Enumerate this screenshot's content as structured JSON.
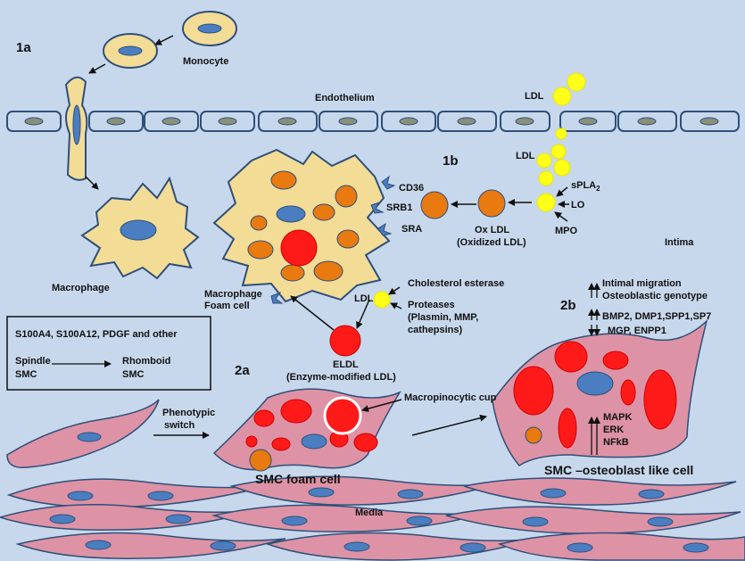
{
  "figure": {
    "panel_1a": "1a",
    "panel_1b": "1b",
    "panel_2a": "2a",
    "panel_2b": "2b",
    "monocyte": "Monocyte",
    "endothelium": "Endothelium",
    "ldl": "LDL",
    "spla2": "sPLA",
    "spla2_sub": "2",
    "lo": "LO",
    "mpo": "MPO",
    "cd36": "CD36",
    "srb1": "SRB1",
    "sra": "SRA",
    "ox_ldl": "Ox LDL",
    "ox_ldl_full": "(Oxidized LDL)",
    "intima": "Intima",
    "macrophage": "Macrophage",
    "macrophage_foam_1": "Macrophage",
    "macrophage_foam_2": "Foam cell",
    "cholesterol_esterase": "Cholesterol esterase",
    "proteases": "Proteases",
    "proteases_2": "(Plasmin, MMP,",
    "proteases_3": "cathepsins)",
    "eldl": "ELDL",
    "eldl_full": "(Enzyme-modified LDL)",
    "box_line1": "S100A4, S100A12, PDGF and other",
    "box_spindle": "Spindle",
    "box_smc1": "SMC",
    "box_rhomboid": "Rhomboid",
    "box_smc2": "SMC",
    "phenotypic_1": "Phenotypic",
    "phenotypic_2": "switch",
    "macropinocytic": "Macropinocytic cup",
    "smc_foam": "SMC foam cell",
    "intimal_migration": "Intimal migration",
    "osteoblastic_genotype": "Osteoblastic genotype",
    "up_genes": "BMP2, DMP1,SPP1,SP7",
    "down_genes": "MGP, ENPP1",
    "mapk": "MAPK",
    "erk": "ERK",
    "nfkb": "NFkB",
    "smc_osteo": "SMC –osteoblast like cell",
    "media": "Media"
  },
  "colors": {
    "background": "#c8d8ec",
    "cell_tan": "#f3dc96",
    "nucleus_blue": "#4a7ec0",
    "ldl_yellow": "#ffff1a",
    "ox_orange": "#e87a10",
    "smc_pink": "#dd93a5",
    "lipid_red": "#ff1a1a",
    "outline": "#2e4f7a"
  }
}
